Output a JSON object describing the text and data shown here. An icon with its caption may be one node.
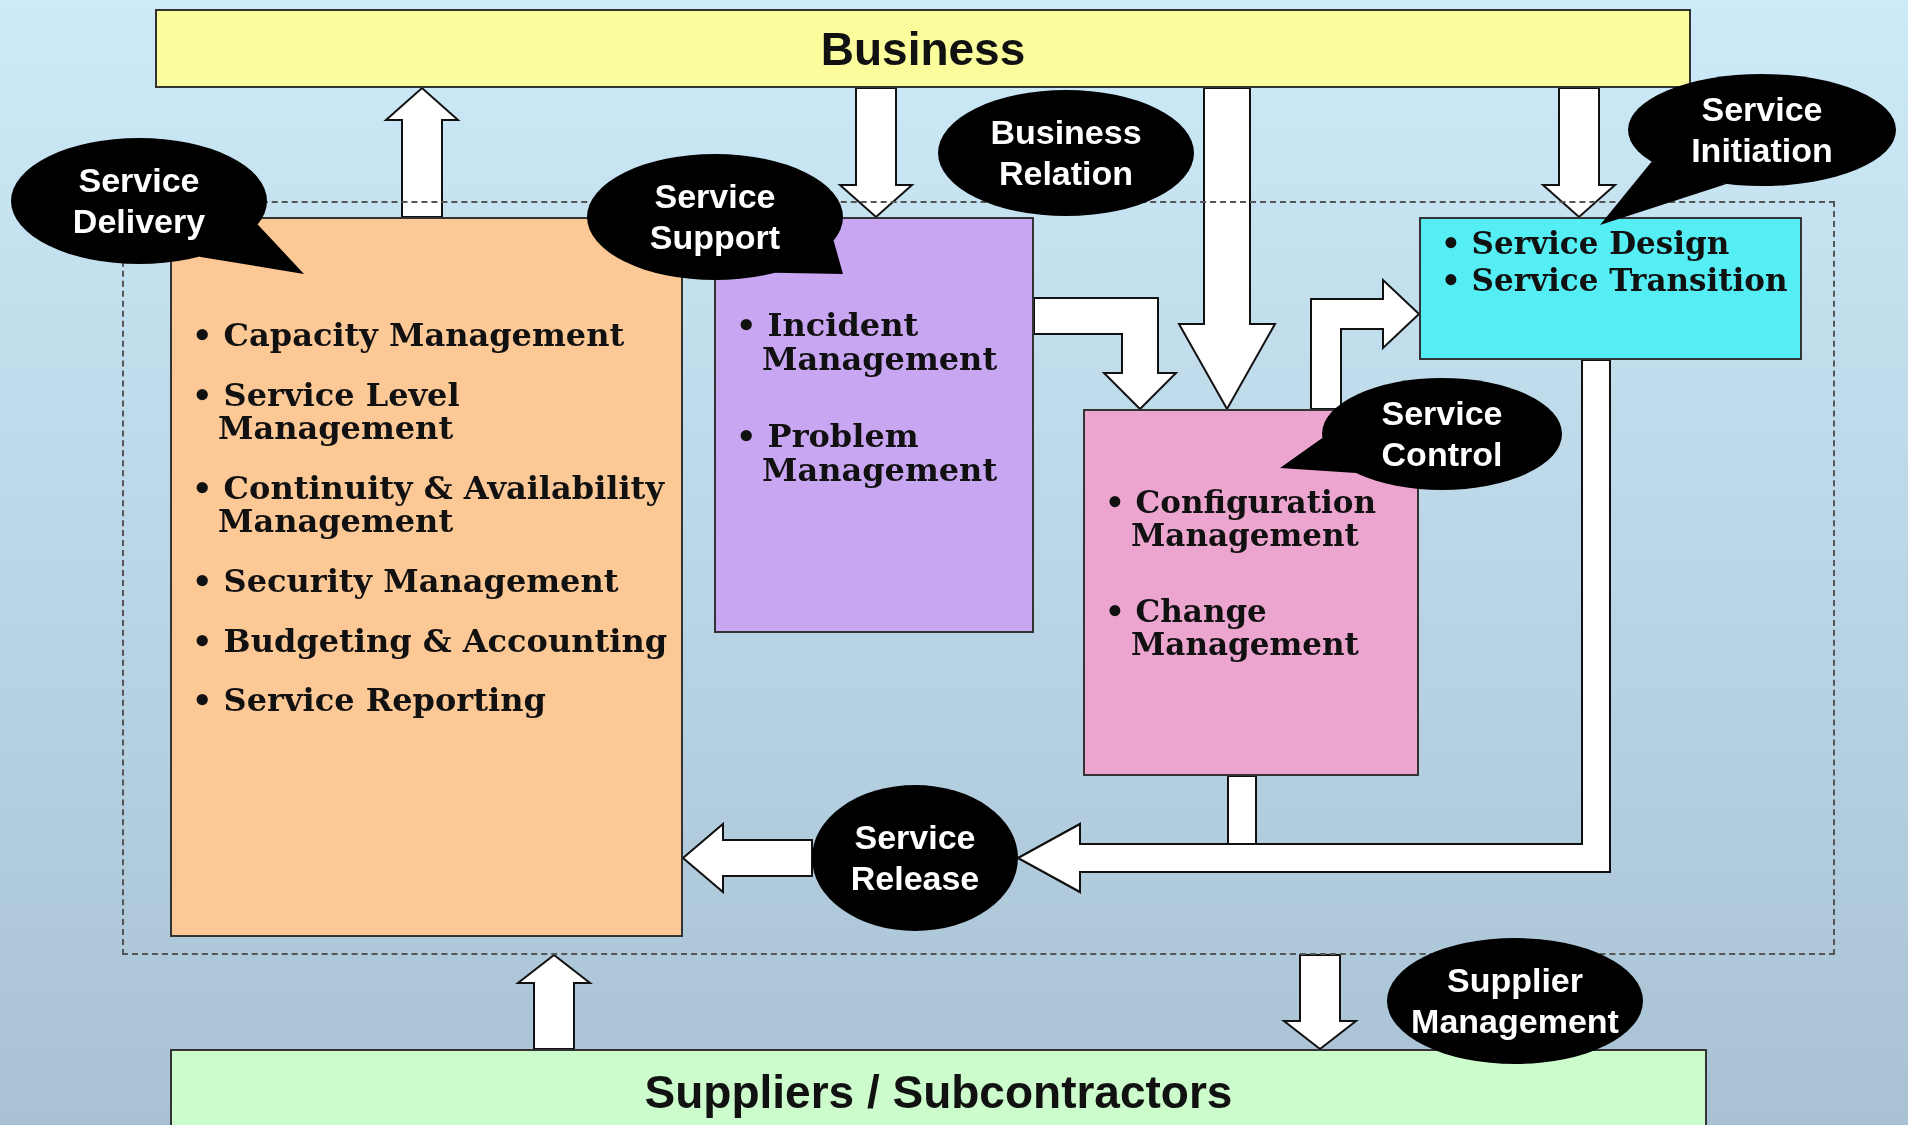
{
  "diagram": {
    "nodes": [
      {
        "text": [
          "Business"
        ]
      },
      {
        "text": [],
        "shape": "box"
      },
      {
        "text": [
          "• Capacity Management",
          "• Service Level Management",
          "• Continuity & Availability Management",
          "• Security Management",
          "• Budgeting & Accounting",
          "• Service Reporting"
        ],
        "in": 1
      },
      {
        "text": [
          "• Incident Management",
          "• Problem Management"
        ],
        "in": 1
      },
      {
        "text": [
          "• Configuration Management",
          "• Change Management"
        ],
        "in": 1
      },
      {
        "text": [
          "• Service Design",
          "• Service Transition"
        ],
        "in": 1
      },
      {
        "text": [
          "Suppliers / Subcontractors"
        ]
      },
      {
        "text": [
          "Service Delivery"
        ]
      },
      {
        "text": [
          "Service Support"
        ]
      },
      {
        "text": [
          "Business Relation"
        ]
      },
      {
        "text": [
          "Service Initiation"
        ]
      },
      {
        "text": [
          "Service Control"
        ],
        "in": 1
      },
      {
        "text": [
          "Service Release"
        ],
        "in": 1
      },
      {
        "text": [
          "Supplier Management"
        ]
      }
    ],
    "edges": [
      {
        "from": 2,
        "to": 0,
        "arrow": "to"
      },
      {
        "from": 0,
        "to": 3,
        "arrow": "to"
      },
      {
        "from": 0,
        "to": 4,
        "arrow": "to"
      },
      {
        "from": 0,
        "to": 5,
        "arrow": "to"
      },
      {
        "from": 3,
        "to": 4,
        "arrow": "to"
      },
      {
        "from": 4,
        "to": 5,
        "arrow": "to"
      },
      {
        "from": 4,
        "to": 12,
        "arrow": "to"
      },
      {
        "from": 5,
        "to": 12,
        "arrow": "to"
      },
      {
        "from": 12,
        "to": 2,
        "arrow": "to"
      },
      {
        "from": 6,
        "to": 1,
        "arrow": "to"
      },
      {
        "from": 1,
        "to": 6,
        "arrow": "to"
      }
    ]
  }
}
